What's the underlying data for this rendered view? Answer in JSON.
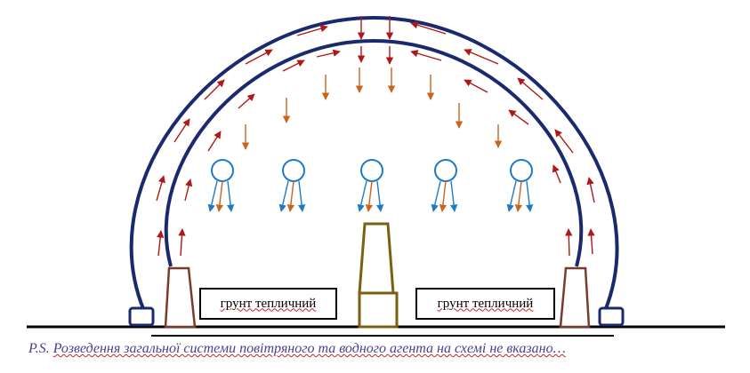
{
  "labels": {
    "soil_left": "грунт тепличний",
    "soil_right": "грунт тепличний"
  },
  "footnote": {
    "prefix": "P.S.",
    "text": "Розведення загальної системи повітряного та водного агента на схемі не вказано…"
  },
  "colors": {
    "arch": "#1a2a6c",
    "air_arrow": "#b01818",
    "down_arrow": "#c8641e",
    "sprinkler": "#1e7ac8",
    "heater_outline": "#7a3b2e",
    "column_outline": "#7a6010",
    "ground": "#000000"
  },
  "icons": [
    "sprinkler-icon",
    "air-flow-arrow-icon",
    "water-drop-arrow-icon"
  ]
}
